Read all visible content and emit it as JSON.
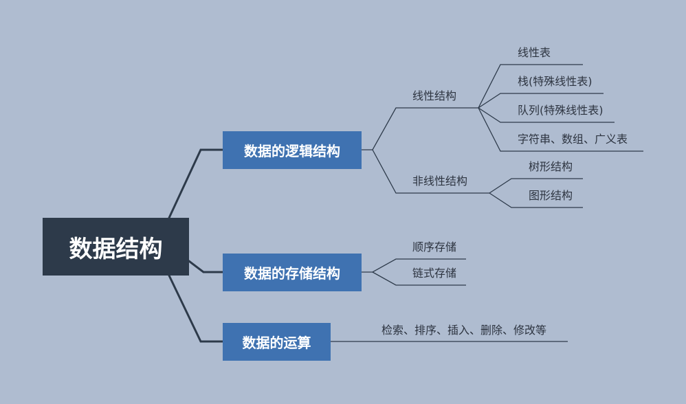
{
  "root": {
    "label": "数据结构"
  },
  "branches": {
    "logic": {
      "label": "数据的逻辑结构",
      "linear": {
        "label": "线性结构",
        "items": [
          "线性表",
          "栈(特殊线性表)",
          "队列(特殊线性表)",
          "字符串、数组、广义表"
        ]
      },
      "nonlinear": {
        "label": "非线性结构",
        "items": [
          "树形结构",
          "图形结构"
        ]
      }
    },
    "storage": {
      "label": "数据的存储结构",
      "items": [
        "顺序存储",
        "链式存储"
      ]
    },
    "ops": {
      "label": "数据的运算",
      "items": [
        "检索、排序、插入、删除、修改等"
      ]
    }
  },
  "colors": {
    "background": "#afbcd0",
    "root_fill": "#2d3a4a",
    "branch_fill": "#3f72b1",
    "line": "#2d3a4a",
    "text": "#2d3440"
  }
}
